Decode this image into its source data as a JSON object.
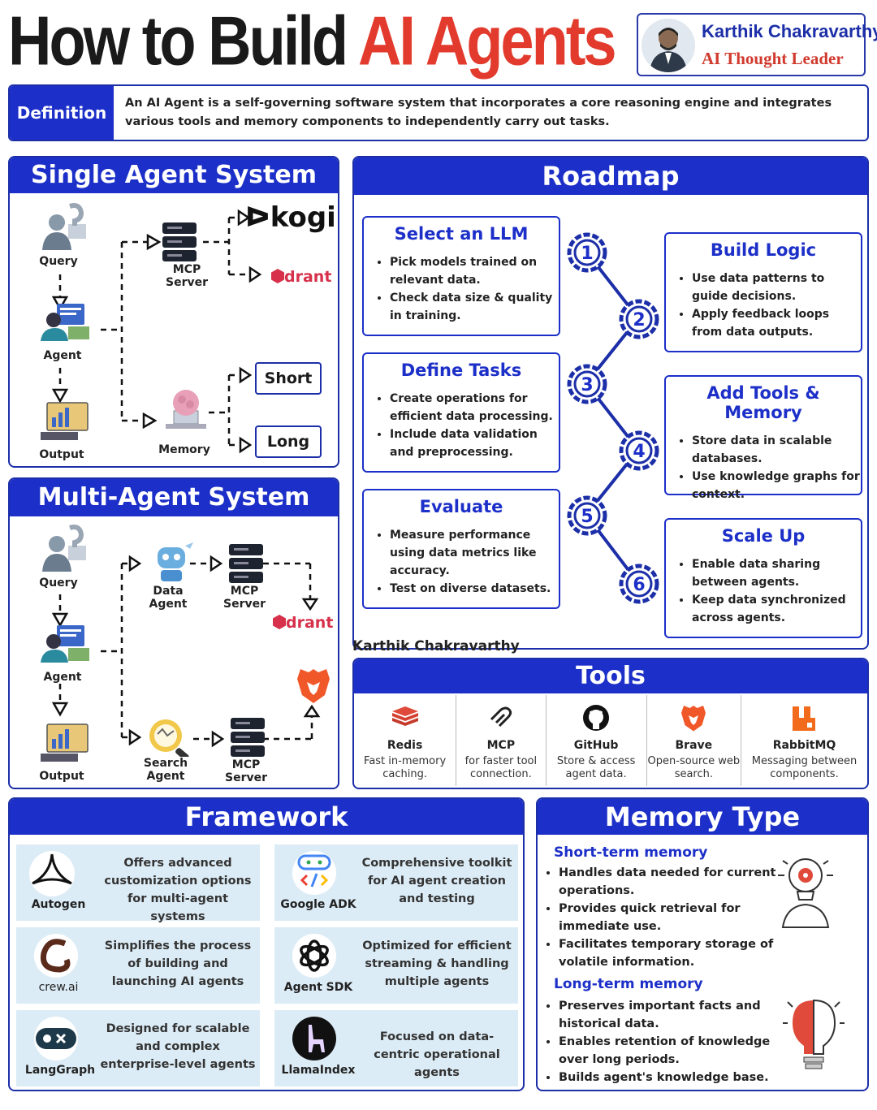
{
  "header": {
    "title_part1": "How to Build",
    "title_part2": "AI Agents",
    "author_name": "Karthik Chakravarthy",
    "author_role": "AI Thought Leader"
  },
  "definition": {
    "label": "Definition",
    "text": "An AI Agent is a self-governing software system that incorporates a core reasoning engine and integrates various tools and memory components to independently carry out tasks."
  },
  "single_agent": {
    "title": "Single Agent System",
    "query": "Query",
    "agent": "Agent",
    "output": "Output",
    "mcp_server": "MCP Server",
    "memory": "Memory",
    "zogi": "ᐅkogi",
    "qdrant": "drant",
    "short": "Short",
    "long": "Long"
  },
  "multi_agent": {
    "title": "Multi-Agent System",
    "query": "Query",
    "agent": "Agent",
    "output": "Output",
    "data_agent": "Data Agent",
    "mcp_server_1": "MCP Server",
    "qdrant": "drant",
    "search_agent": "Search Agent",
    "mcp_server_2": "MCP Server"
  },
  "roadmap": {
    "title": "Roadmap",
    "watermark": "Karthik Chakravarthy",
    "steps": [
      {
        "num": "1",
        "title": "Select an LLM",
        "items": [
          "Pick models trained on relevant data.",
          "Check data size & quality in training."
        ]
      },
      {
        "num": "2",
        "title": "Build Logic",
        "items": [
          "Use data patterns to guide decisions.",
          "Apply feedback loops from data outputs."
        ]
      },
      {
        "num": "3",
        "title": "Define Tasks",
        "items": [
          "Create operations for efficient data processing.",
          "Include data validation and preprocessing."
        ]
      },
      {
        "num": "4",
        "title": "Add Tools & Memory",
        "items": [
          "Store data in scalable databases.",
          "Use knowledge graphs for context."
        ]
      },
      {
        "num": "5",
        "title": "Evaluate",
        "items": [
          "Measure performance using data metrics like accuracy.",
          "Test on diverse datasets."
        ]
      },
      {
        "num": "6",
        "title": "Scale Up",
        "items": [
          "Enable data sharing between agents.",
          "Keep data synchronized across agents."
        ]
      }
    ]
  },
  "tools": {
    "title": "Tools",
    "items": [
      {
        "name": "Redis",
        "desc": "Fast in-memory caching."
      },
      {
        "name": "MCP",
        "desc": "for faster tool connection."
      },
      {
        "name": "GitHub",
        "desc": "Store & access agent data."
      },
      {
        "name": "Brave",
        "desc": "Open-source web search."
      },
      {
        "name": "RabbitMQ",
        "desc": "Messaging between components."
      }
    ]
  },
  "framework": {
    "title": "Framework",
    "items": [
      {
        "name": "Autogen",
        "desc": "Offers advanced customization options for multi-agent systems"
      },
      {
        "name": "Google ADK",
        "desc": "Comprehensive toolkit for AI agent creation and testing"
      },
      {
        "name": "crew.ai",
        "desc": "Simplifies the process of building and launching AI agents"
      },
      {
        "name": "Agent SDK",
        "desc": "Optimized for efficient streaming & handling multiple agents"
      },
      {
        "name": "LangGraph",
        "desc": "Designed for scalable and complex enterprise-level agents"
      },
      {
        "name": "LlamaIndex",
        "desc": "Focused on data-centric operational agents"
      }
    ]
  },
  "memory_type": {
    "title": "Memory Type",
    "short_title": "Short-term memory",
    "short_items": [
      "Handles data needed for current operations.",
      "Provides quick retrieval for immediate use.",
      "Facilitates temporary storage of volatile information."
    ],
    "long_title": "Long-term memory",
    "long_items": [
      "Preserves important facts and historical data.",
      "Enables retention of knowledge over long periods.",
      "Builds agent's knowledge base."
    ]
  },
  "colors": {
    "accent_blue": "#1c2fc8",
    "title_red": "#e23b2e",
    "framework_card_bg": "#dcecf6"
  }
}
